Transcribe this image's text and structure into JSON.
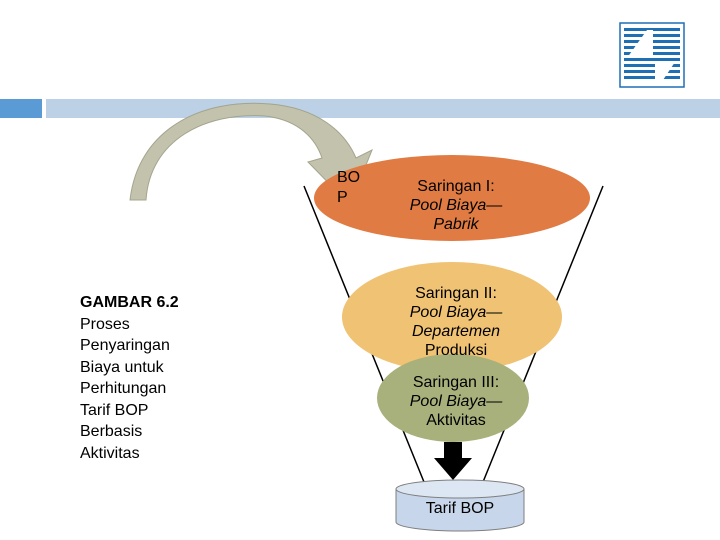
{
  "caption": {
    "figure_label": "GAMBAR 6.2",
    "lines": [
      "Proses",
      "Penyaringan",
      "Biaya untuk",
      "Perhitungan",
      "Tarif BOP",
      "Berbasis",
      "Aktivitas"
    ]
  },
  "arrow_label": {
    "line1": "BO",
    "line2": "P"
  },
  "filters": [
    {
      "line1": "Saringan I:",
      "line2": "Pool Biaya—",
      "line3": "Pabrik",
      "color": "#e07b43"
    },
    {
      "line1": "Saringan II:",
      "line2": "Pool Biaya—",
      "line3": "Departemen",
      "line4": "Produksi",
      "color": "#f0c274"
    },
    {
      "line1": "Saringan III:",
      "line2": "Pool Biaya—",
      "line3": "Aktivitas",
      "color": "#a8b07c"
    }
  ],
  "output_label": "Tarif BOP",
  "colors": {
    "accent": "#5b9bd5",
    "bar": "#bcd0e6",
    "cylinder": "#c7d6ea",
    "arrow": "#c3c3ad"
  }
}
